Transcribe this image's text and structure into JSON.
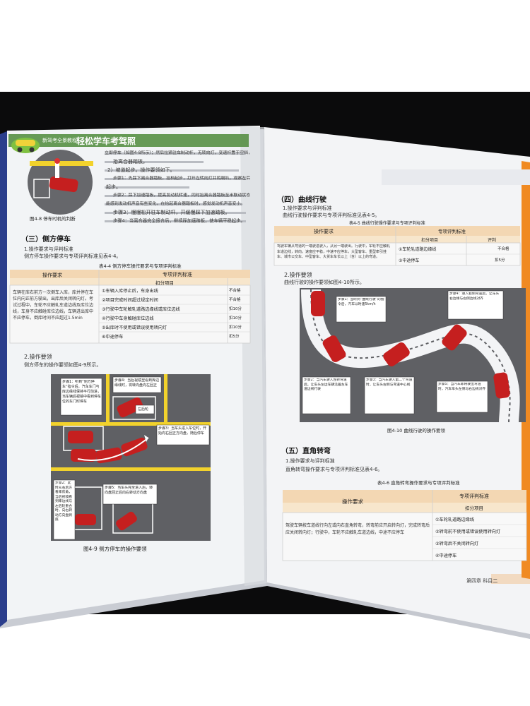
{
  "header": {
    "series": "新驾考全景教程",
    "title": "轻松学车考驾照"
  },
  "left_page": {
    "figure_4_8_caption": "图4-8 停车时机的判断",
    "intro_lines": [
      "立即停车（如图4-8所示）；然后拉紧驻车制动杆，无转向灯，变速杆置于空挡，",
      "抬离合器踏板。",
      "2）坡道起步。操作要领如下。",
      "步骤1：先踩下离合器踏板，挂档起步，打开左转向灯并鸣喇叭，观察左后",
      "起步。",
      "步骤2：踩下加速踏板，提高发动机转速，同时抬离合器踏板至半联动状态",
      "能感到发动机声音有些变化，在抬起离合器踏板时，感觉发动机声音变小。",
      "步骤3：慢慢松开驻车制动杆，开缓慢踩下加速踏板。",
      "步骤4：当离合器完全接合后，继续踩加速踏板，使车辆平稳起步。"
    ],
    "section3_title": "（三）侧方停车",
    "s3_1": "1.操作要求与评判标准",
    "s3_1_text": "侧方停车操作要求与专项评判标准见表4-4。",
    "table4_4_caption": "表4-4 侧方停车操作要求与专项评判标准",
    "table4_4": {
      "col1": "操作要求",
      "col2": "专项评判标准",
      "col2_sub": "扣分项目",
      "requirement": "车辆在库右前方一次倒车入库，库并停在车位内向正前方驶出，出库后关闭转向灯。考试过程中，车轮不应触轧车道边线及库位边线，车身不应触碰库位边线，车辆进出库中不应停车，倒库时间不应超过1.5min",
      "items": [
        "①车辆入库停止后，车身出线",
        "②项目完成时间超过规定时间",
        "③行驶中车轮触轧道路边缘线或库位边线",
        "④行驶中车身触碰库位边线",
        "⑤出库时不使用或错误使用转向灯",
        "⑥中途停车"
      ],
      "results": [
        "不合格",
        "不合格",
        "扣10分",
        "扣10分",
        "扣10分",
        "扣5分"
      ]
    },
    "s3_2": "2.操作要领",
    "s3_2_text": "侧方停车的操作要领如图4-9所示。",
    "diagram_4_9": {
      "step1": "步骤1：听到“侧方停车”指令后，汽车车门与库边缘线保持平行前进，当车辆后视镜中看到停车位的车门时停车",
      "step2": "步骤2：此时从右后方看库房角，当后视镜看到库边线与左后轮重合时，向右转动方向盘到底",
      "step3": "步骤3：当车头进入车位时，开始向右回正方向盘，随后停车",
      "step4": "步骤4：当后视镜里看到库边缘线时，将转向盘向左回正",
      "step5": "步骤5：当车头完全进入后，转向盘回正后向右转动方向盘",
      "tag": "左后轮"
    },
    "figure_4_9_caption": "图4-9 侧方停车的操作要领"
  },
  "right_page": {
    "running_header": "第四章 科目二",
    "section4_title": "（四）曲线行驶",
    "s4_1": "1.操作要求与评判标准",
    "s4_1_text": "曲线行驶操作要求与专项评判标准见表4-5。",
    "table4_5_caption": "表4-5 曲线行驶操作要求与专项评判标准",
    "table4_5": {
      "col1": "操作要求",
      "col2": "专项评判标准",
      "col2_sub": "扣分项目",
      "col3": "评判",
      "requirement": "驾驶车辆从弯道的一端驶进驶入，从另一端驶出。行驶中，车轮不应触轧车道边线，转向，速度应平稳，中速不应停车，大型客车、重型牵引挂车、城市公交车、中型客车、大货车车长以上（含）以上的弯道。",
      "items": [
        "①车轮轧道路边缘线",
        "②中途停车"
      ],
      "results": [
        "不合格",
        "扣5分"
      ]
    },
    "s4_2": "2.操作要领",
    "s4_2_text": "曲线行驶的操作要领如图4-10所示。",
    "diagram_4_10": {
      "step1": "步骤1：当听到“曲线行驶”的指令后，汽车以时速5km/h",
      "step2": "步骤2：当汽车驶入左转弯道后，让车头左边车辆沿着左车道边线行驶",
      "step3": "步骤3：当汽车驶入第二个弯道时，让车头右侧与弯道中心线",
      "step4": "步骤4：进入右侧弯道后，让车头右边缘与右侧边线对齐",
      "step5": "步骤5：当汽车即将驶出弯道时，汽车车头左侧与右边线对齐"
    },
    "figure_4_10_caption": "图4-10 曲线行驶的操作要领",
    "section5_title": "（五）直角转弯",
    "s5_1": "1.操作要求与评判标准",
    "s5_1_text": "直角转弯操作要求与专项评判标准见表4-6。",
    "table4_6_caption": "表4-6 直角转弯操作要求与专项评判标准",
    "table4_6": {
      "col1": "操作要求",
      "col2": "专项评判标准",
      "col2_sub": "扣分项目",
      "requirement": "驾驶车辆按车道线行向左或向右直角转弯，转弯前应开启转向灯，完成转弯后应关闭转向灯；行驶中，车轮不应触轧车道边线，中途不应停车",
      "items": [
        "①车轮轧道路边缘线",
        "②转弯前不使用或错误使用转向灯",
        "③转弯后不关闭转向灯",
        "④中途停车"
      ]
    }
  },
  "colors": {
    "page": "#f4f5f7",
    "background": "#0b0b0c",
    "accent_orange": "#f08a22",
    "header_green": "#4e8a3a",
    "road_gray": "#5f6064",
    "car_red": "#c51f1f",
    "table_header": "#f3d7b3"
  }
}
